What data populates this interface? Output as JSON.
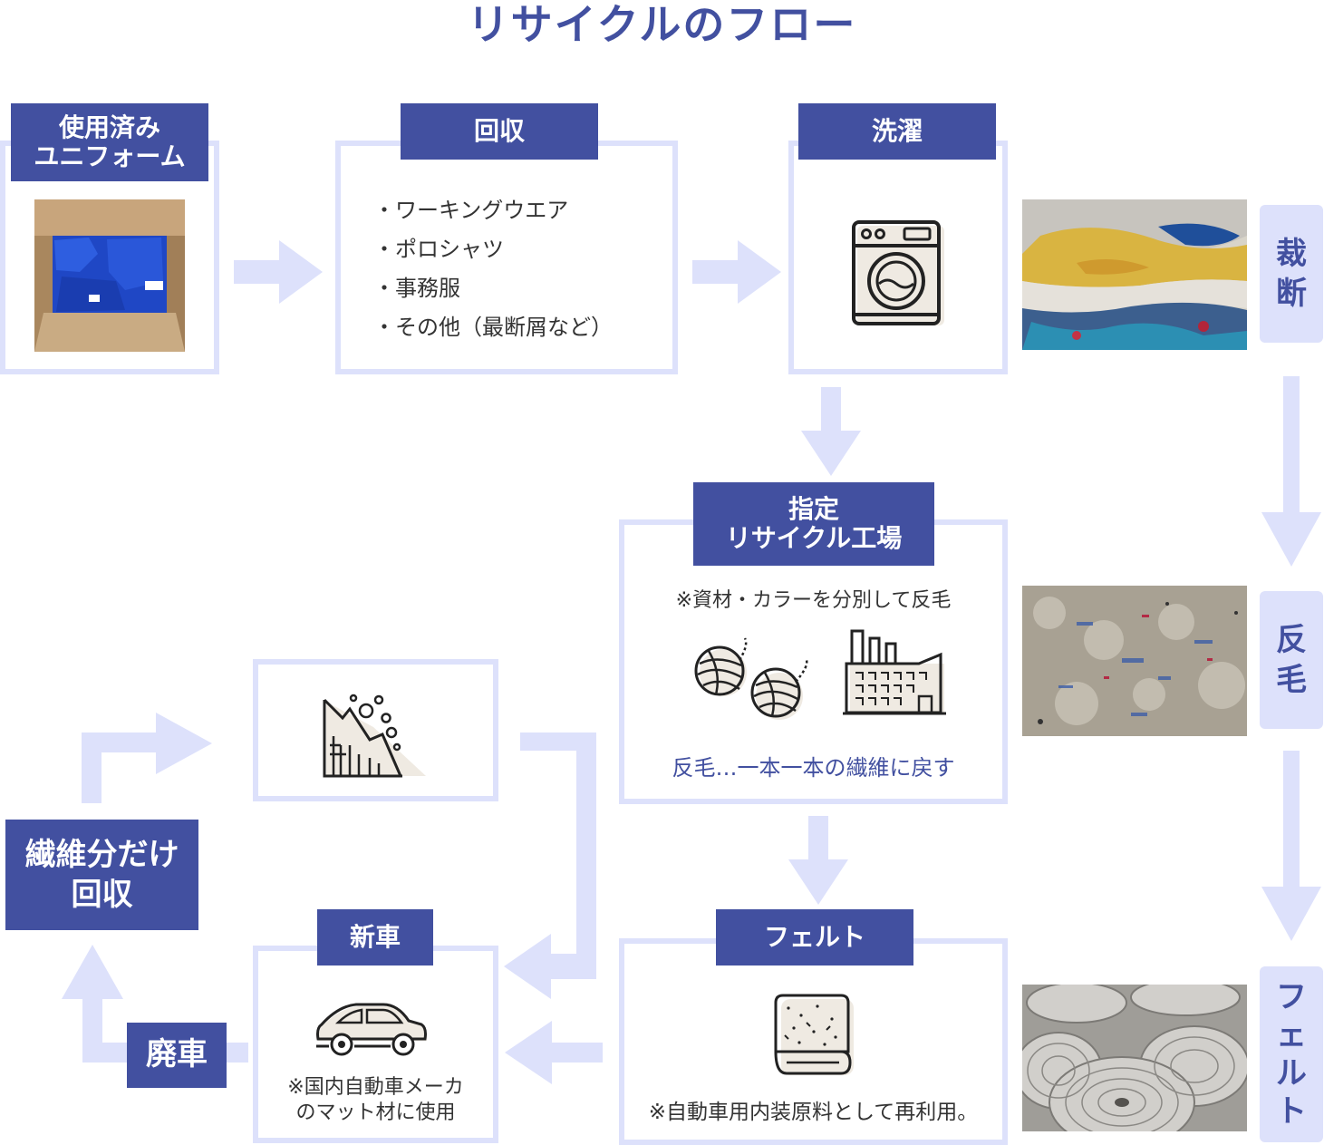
{
  "title": "リサイクルのフロー",
  "steps": {
    "used_uniform": {
      "label": "使用済み\nユニフォーム"
    },
    "collection": {
      "label": "回収",
      "items": [
        "・ワーキングウエア",
        "・ポロシャツ",
        "・事務服",
        "・その他（最断屑など）"
      ]
    },
    "washing": {
      "label": "洗濯"
    },
    "factory": {
      "label": "指定\nリサイクル工場",
      "note_top": "※資材・カラーを分別して反毛",
      "note_bottom": "反毛…一本一本の繊維に戻す"
    },
    "felt": {
      "label": "フェルト",
      "note": "※自動車用内装原料として再利用。"
    },
    "new_car": {
      "label": "新車",
      "note": "※国内自動車メーカ\nのマット材に使用"
    },
    "fiber_recovery": {
      "label": "繊維分だけ\n回収"
    },
    "scrap": {
      "label": "廃車"
    }
  },
  "side_tabs": [
    "裁断",
    "反毛",
    "フェルト"
  ],
  "colors": {
    "accent": "#4250a0",
    "light": "#dde1fb"
  },
  "icons": [
    "box-of-uniforms-photo",
    "washing-machine-icon",
    "yarn-balls-icon",
    "factory-icon",
    "felt-roll-icon",
    "car-icon",
    "crushing-icon"
  ]
}
